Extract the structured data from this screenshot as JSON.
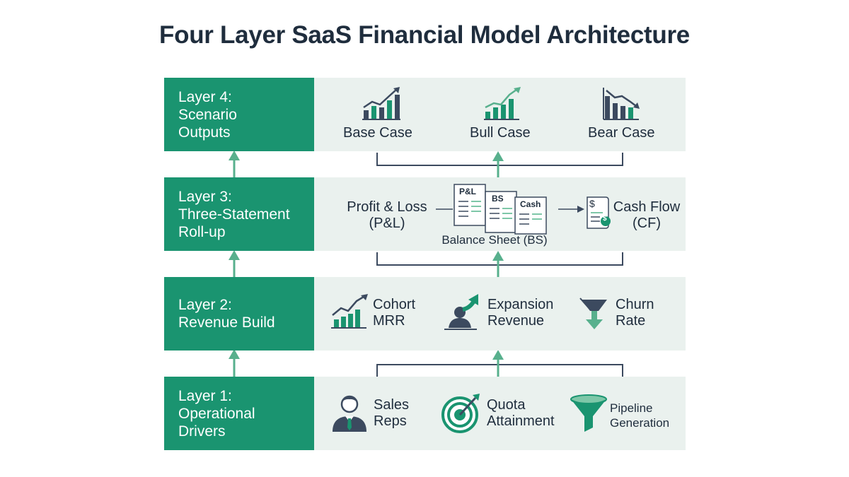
{
  "title": "Four Layer SaaS Financial Model Architecture",
  "colors": {
    "accent": "#1a9470",
    "panel": "#eaf1ee",
    "text": "#1f2d3d",
    "navy": "#3c4a5f",
    "arrow": "#58b08d",
    "light_green": "#7ec7a8"
  },
  "layers": [
    {
      "label_lines": [
        "Layer 4:",
        "Scenario",
        "Outputs"
      ],
      "items": [
        {
          "label": "Base Case",
          "icon": "bar-chart-up-icon"
        },
        {
          "label": "Bull Case",
          "icon": "bar-chart-growth-icon"
        },
        {
          "label": "Bear Case",
          "icon": "bar-chart-down-icon"
        }
      ]
    },
    {
      "label_lines": [
        "Layer 3:",
        "Three-Statement",
        "Roll-up"
      ],
      "items": [
        {
          "label_lines": [
            "Profit & Loss",
            "(P&L)"
          ]
        },
        {
          "label": "Balance Sheet (BS)",
          "doc_labels": [
            "P&L",
            "BS",
            "Cash"
          ],
          "icon": "financial-statements-icon"
        },
        {
          "label_lines": [
            "Cash Flow",
            "(CF)"
          ],
          "icon": "cash-flow-document-icon",
          "dollar": "$"
        }
      ]
    },
    {
      "label_lines": [
        "Layer 2:",
        "Revenue Build"
      ],
      "items": [
        {
          "label_lines": [
            "Cohort",
            "MRR"
          ],
          "icon": "rising-bars-icon"
        },
        {
          "label_lines": [
            "Expansion",
            "Revenue"
          ],
          "icon": "person-growth-arrow-icon"
        },
        {
          "label_lines": [
            "Churn",
            "Rate"
          ],
          "icon": "funnel-down-arrow-icon"
        }
      ]
    },
    {
      "label_lines": [
        "Layer 1:",
        "Operational",
        "Drivers"
      ],
      "items": [
        {
          "label_lines": [
            "Sales",
            "Reps"
          ],
          "icon": "business-person-icon"
        },
        {
          "label_lines": [
            "Quota",
            "Attainment"
          ],
          "icon": "target-icon"
        },
        {
          "label_lines": [
            "Pipeline",
            "Generation"
          ],
          "icon": "funnel-icon"
        }
      ]
    }
  ]
}
